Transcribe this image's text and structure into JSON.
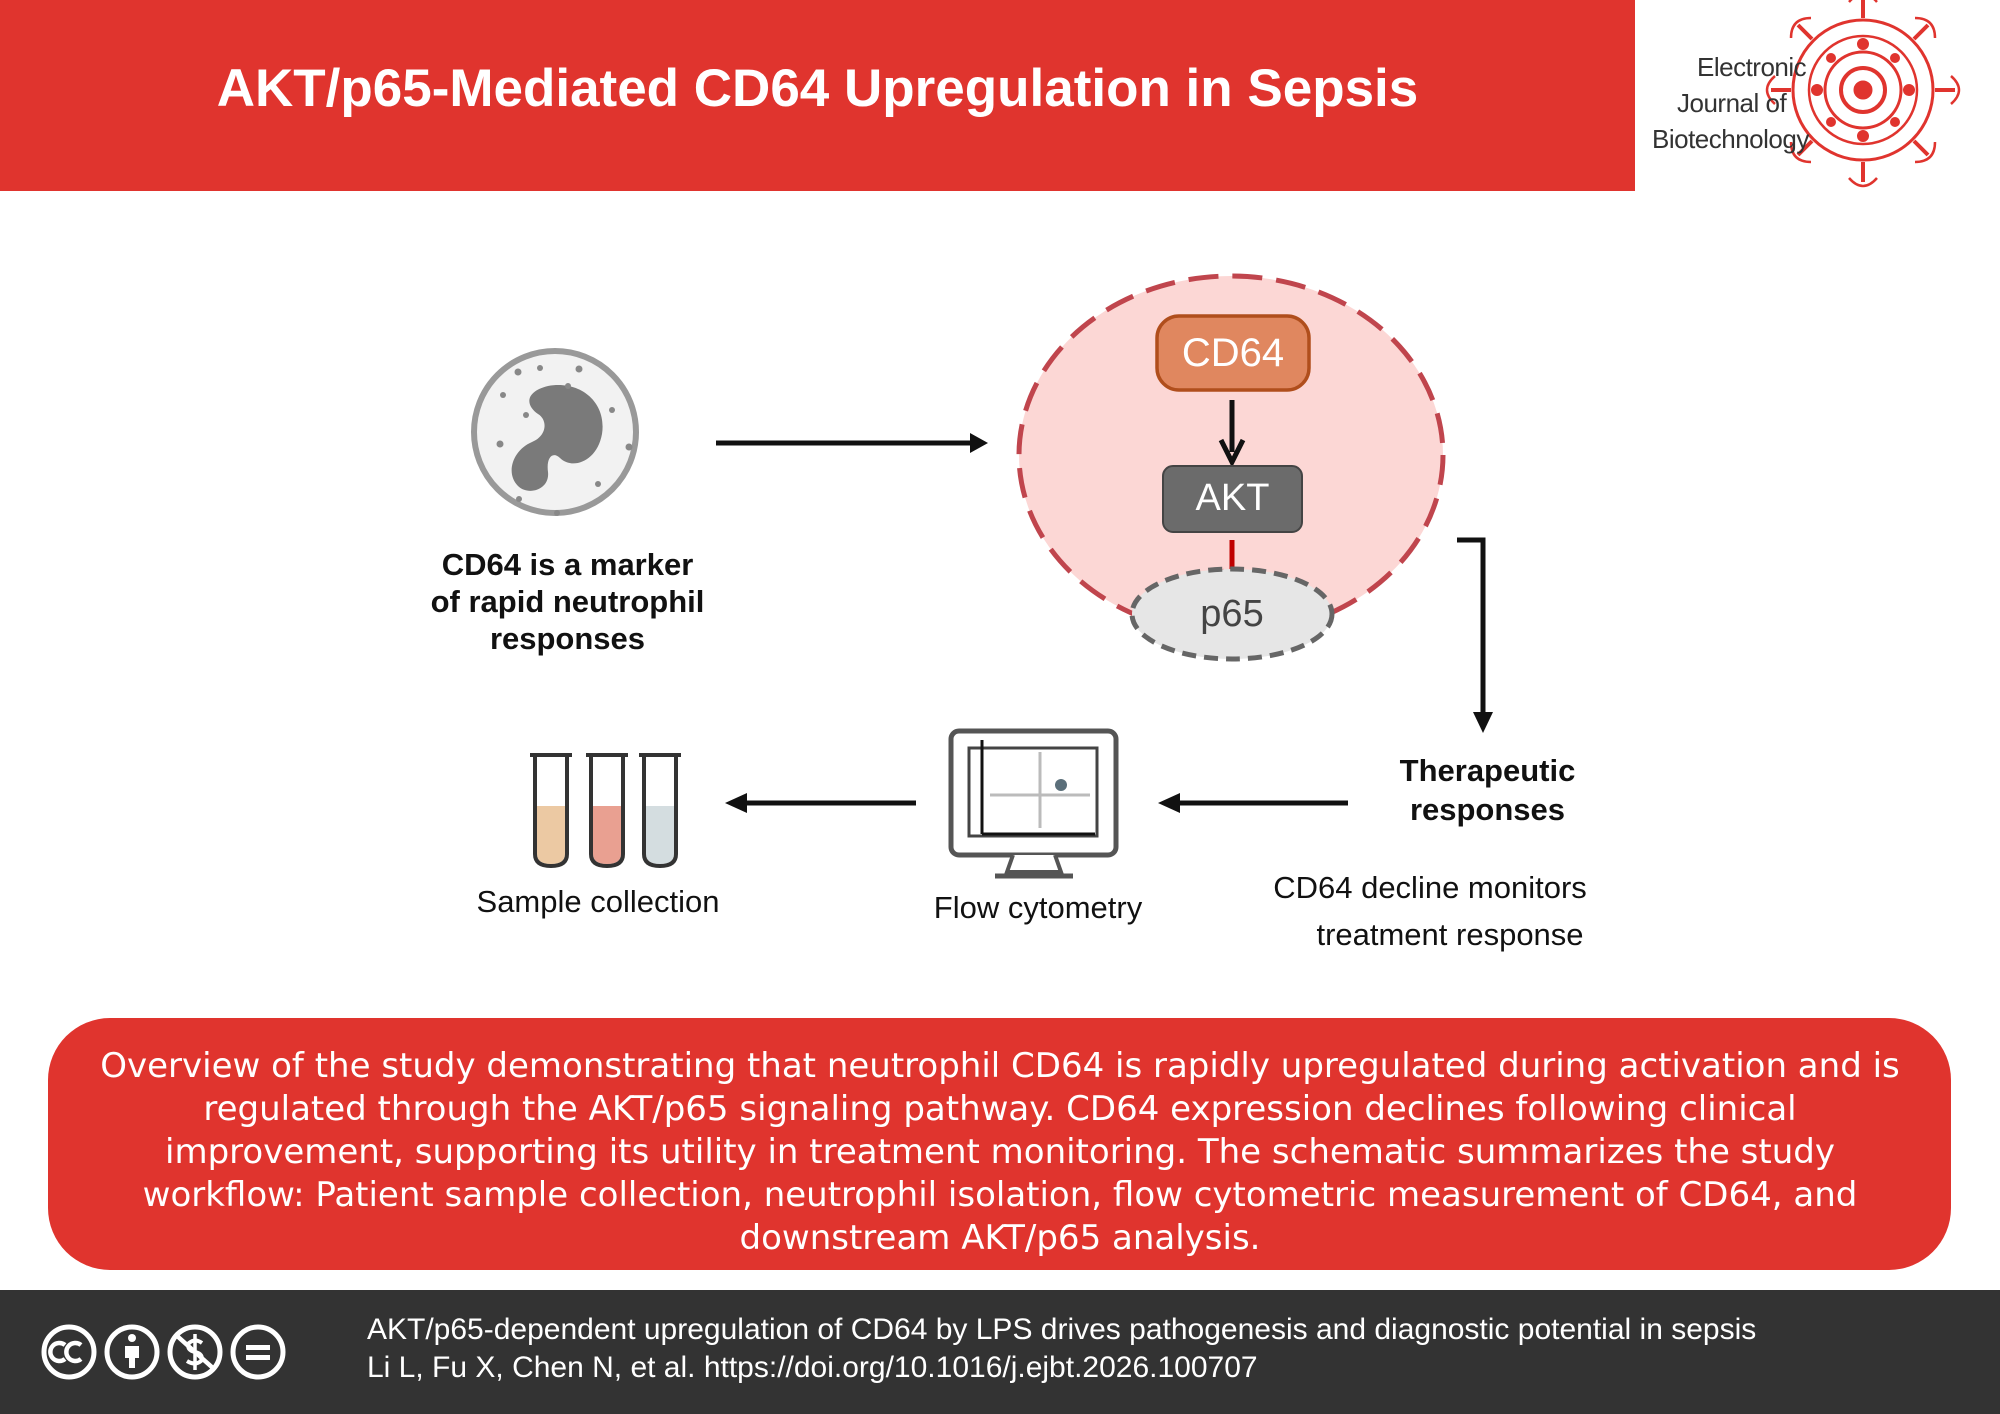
{
  "header": {
    "title": "AKT/p65-Mediated CD64 Upregulation in Sepsis",
    "journal_logo": {
      "line1": "Electronic",
      "line2": "Journal of",
      "line3": "Biotechnology"
    }
  },
  "diagram": {
    "marker_label": {
      "line1": "CD64  is a  marker",
      "line2": "of rapid  neutrophil",
      "line3": "responses"
    },
    "nodes": {
      "cd64": "CD64",
      "akt": "AKT",
      "p65": "p65"
    },
    "therapeutic": {
      "line1": "Therapeutic",
      "line2": "responses",
      "desc1": "CD64  decline  monitors",
      "desc2": "treatment  response"
    },
    "flow_label": "Flow cytometry",
    "sample_label": "Sample  collection"
  },
  "summary": {
    "text": "Overview of the study demonstrating that neutrophil CD64 is rapidly upregulated during activation and is regulated through the AKT/p65 signaling pathway. CD64 expression declines following clinical improvement, supporting its utility in treatment monitoring. The schematic summarizes the study workflow: Patient sample collection, neutrophil isolation, flow cytometric measurement of CD64, and downstream AKT/p65 analysis."
  },
  "footer": {
    "license_icons": [
      "cc-icon",
      "by-attribution-icon",
      "noncommercial-icon",
      "noderivatives-icon"
    ],
    "citation_title": "AKT/p65-dependent upregulation of CD64 by LPS drives pathogenesis and diagnostic potential in sepsis",
    "citation_ref": "Li L, Fu X, Chen N, et al. https://doi.org/10.1016/j.ejbt.2026.100707"
  },
  "colors": {
    "header_red": "#e0342e",
    "footer_gray": "#333333",
    "cell_fill": "#fcd7d5",
    "cell_border": "#c0454d",
    "cd64_fill": "#e0875f",
    "akt_fill": "#6b6b6b",
    "p65_fill": "#e6e6e6",
    "activation_arrow": "#c00000"
  }
}
